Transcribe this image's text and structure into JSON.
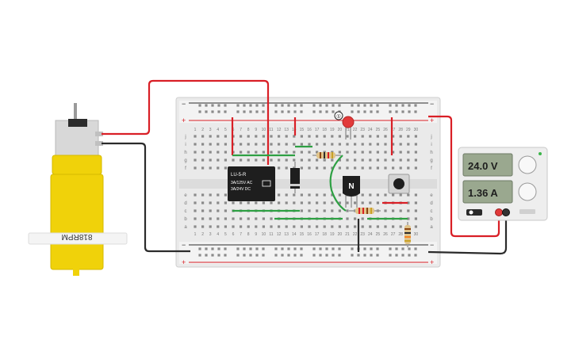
{
  "motor": {
    "label": "818RPM",
    "body_color": "#f0d20a",
    "cap_color": "#d8d8d8"
  },
  "relay": {
    "model": "LU-5-R",
    "rating_line1": "3A/125V AC",
    "rating_line2": "3A/24V  DC"
  },
  "transistor": {
    "label": "N"
  },
  "power_supply": {
    "voltage": "24.0 V",
    "current": "1.36 A",
    "indicator_color": "#3bb54a",
    "positive_terminal_color": "#e23a3a",
    "negative_terminal_color": "#333333"
  },
  "breadboard": {
    "column_numbers": [
      "1",
      "2",
      "3",
      "4",
      "5",
      "6",
      "7",
      "8",
      "9",
      "10",
      "11",
      "12",
      "13",
      "14",
      "15",
      "16",
      "17",
      "18",
      "19",
      "20",
      "21",
      "22",
      "23",
      "24",
      "25",
      "26",
      "27",
      "28",
      "29",
      "30"
    ],
    "row_letters_top": [
      "j",
      "i",
      "h",
      "g",
      "f"
    ],
    "row_letters_bottom": [
      "e",
      "d",
      "c",
      "b",
      "a"
    ],
    "rail_plus": "+",
    "rail_minus": "−"
  },
  "wire_colors": {
    "red": "#d91f26",
    "black": "#2b2b2b",
    "green": "#2ea043"
  },
  "icons": {
    "power-switch": "toggle-icon",
    "led": "red-led-icon",
    "led_label": "①"
  }
}
